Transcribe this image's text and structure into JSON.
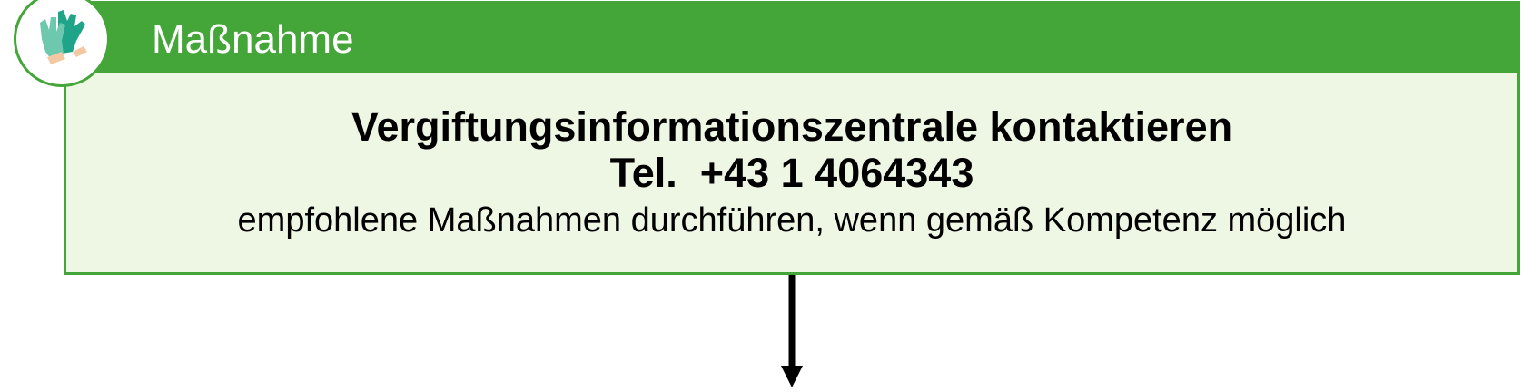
{
  "header": {
    "title": "Maßnahme",
    "icon": "gloves-icon"
  },
  "content": {
    "line1": "Vergiftungsinformationszentrale kontaktieren",
    "line2": "Tel.  +43 1 4064343",
    "line3": "empfohlene Maßnahmen durchführen, wenn gemäß Kompetenz möglich"
  },
  "colors": {
    "accent": "#44a538",
    "panel_background": "#eef6e4",
    "text": "#000000",
    "header_text": "#ffffff"
  }
}
